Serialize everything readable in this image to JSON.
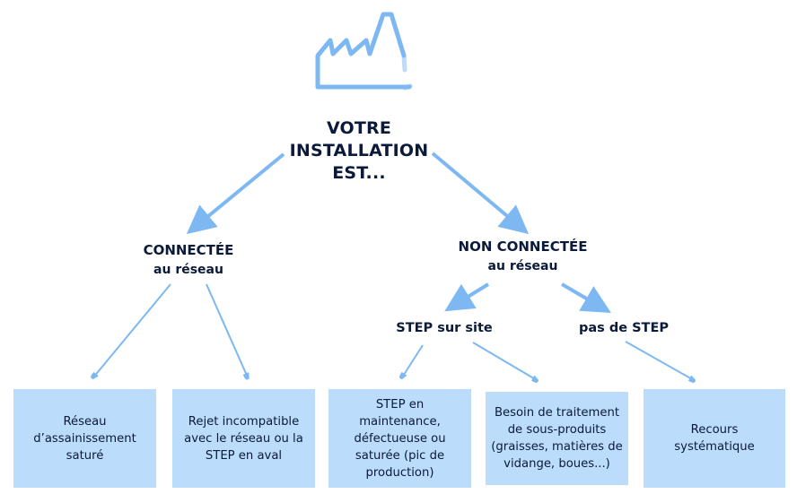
{
  "colors": {
    "arrow": "#7db8f2",
    "text": "#0b1a3a",
    "box_fill": "#bbdcfb",
    "icon": "#7db8f2"
  },
  "icon": "factory-icon",
  "root": {
    "lines": [
      "VOTRE",
      "INSTALLATION",
      "EST..."
    ]
  },
  "branches": {
    "connected": {
      "title": "CONNECTÉE",
      "subtitle": "au réseau"
    },
    "not_connected": {
      "title": "NON CONNECTÉE",
      "subtitle": "au réseau"
    },
    "step_on_site": {
      "label": "STEP sur site"
    },
    "no_step": {
      "label": "pas de STEP"
    }
  },
  "leaves": [
    {
      "text": "Réseau d’assainissement saturé"
    },
    {
      "text": "Rejet incompatible avec le réseau ou la STEP en aval"
    },
    {
      "text": "STEP en maintenance, défectueuse ou saturée (pic de production)"
    },
    {
      "text": "Besoin de traitement de sous-produits (graisses, matières de vidange, boues...)"
    },
    {
      "text": "Recours systématique"
    }
  ]
}
